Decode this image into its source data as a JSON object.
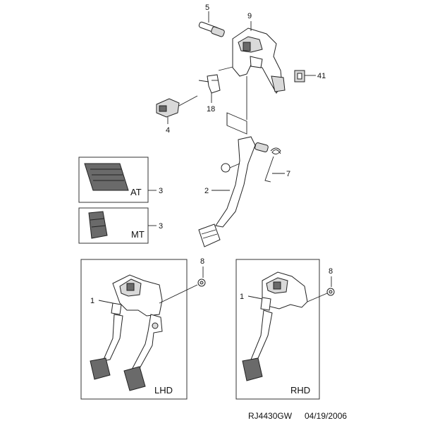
{
  "callouts": {
    "n5": "5",
    "n9": "9",
    "n41": "41",
    "n18": "18",
    "n4": "4",
    "n7": "7",
    "n2": "2",
    "n3a": "3",
    "n3b": "3",
    "n8a": "8",
    "n8b": "8",
    "n1a": "1",
    "n1b": "1"
  },
  "boxes": {
    "at_label": "AT",
    "mt_label": "MT",
    "lhd_label": "LHD",
    "rhd_label": "RHD"
  },
  "footer": {
    "code": "RJ4430GW",
    "date": "04/19/2006"
  },
  "icons": [
    "brake-pedal-assembly",
    "pedal-pad",
    "bracket",
    "switch",
    "spring",
    "bolt",
    "nut"
  ]
}
